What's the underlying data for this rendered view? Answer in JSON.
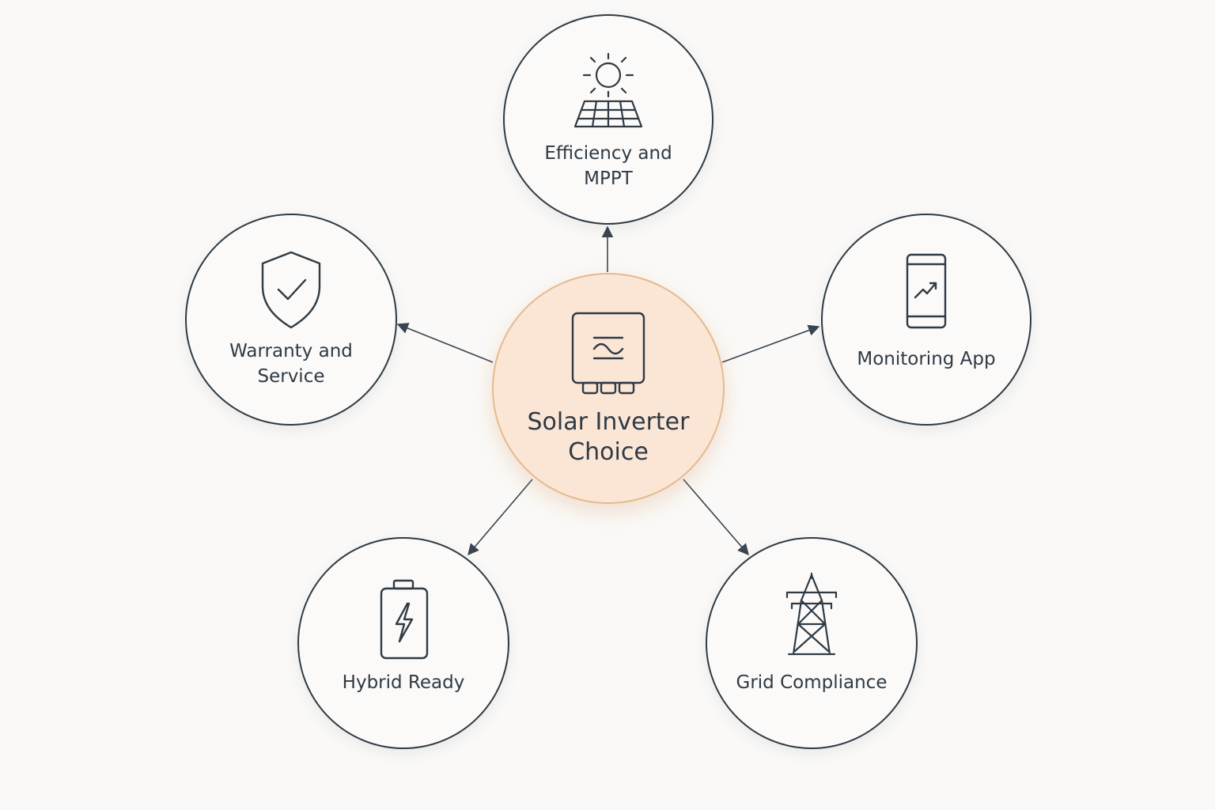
{
  "diagram": {
    "center": {
      "label": "Solar Inverter\nChoice",
      "icon": "inverter-icon",
      "fill_color": "#fbe6d6",
      "stroke_color": "#e7b98c"
    },
    "nodes": [
      {
        "id": "efficiency",
        "label": "Efficiency and\nMPPT",
        "icon": "solar-panel-icon"
      },
      {
        "id": "monitoring",
        "label": "Monitoring App",
        "icon": "phone-chart-icon"
      },
      {
        "id": "grid",
        "label": "Grid Compliance",
        "icon": "transmission-tower-icon"
      },
      {
        "id": "hybrid",
        "label": "Hybrid Ready",
        "icon": "battery-bolt-icon"
      },
      {
        "id": "warranty",
        "label": "Warranty and\nService",
        "icon": "shield-check-icon"
      }
    ],
    "stroke_color": "#2f3a45"
  }
}
